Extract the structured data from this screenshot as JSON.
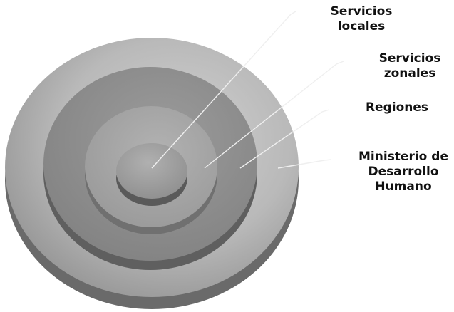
{
  "diagram": {
    "rings": [
      {
        "id": "servicios-locales",
        "label": "Servicios locales",
        "label_lines": [
          "Servicios",
          "locales"
        ]
      },
      {
        "id": "servicios-zonales",
        "label": "Servicios zonales",
        "label_lines": [
          "Servicios",
          "zonales"
        ]
      },
      {
        "id": "regiones",
        "label": "Regiones",
        "label_lines": [
          "Regiones"
        ]
      },
      {
        "id": "ministerio",
        "label": "Ministerio de Desarrollo Humano",
        "label_lines": [
          "Ministerio de",
          "Desarrollo",
          "Humano"
        ]
      }
    ],
    "colors": {
      "outer_ring": "#b3b3b3",
      "ring_2": "#8f8f8f",
      "ring_3": "#a9a9a9",
      "center": "#9a9a9a",
      "side_shadow": "#6e6e6e",
      "leader_line": "#efefef",
      "label_text": "#111111"
    }
  }
}
